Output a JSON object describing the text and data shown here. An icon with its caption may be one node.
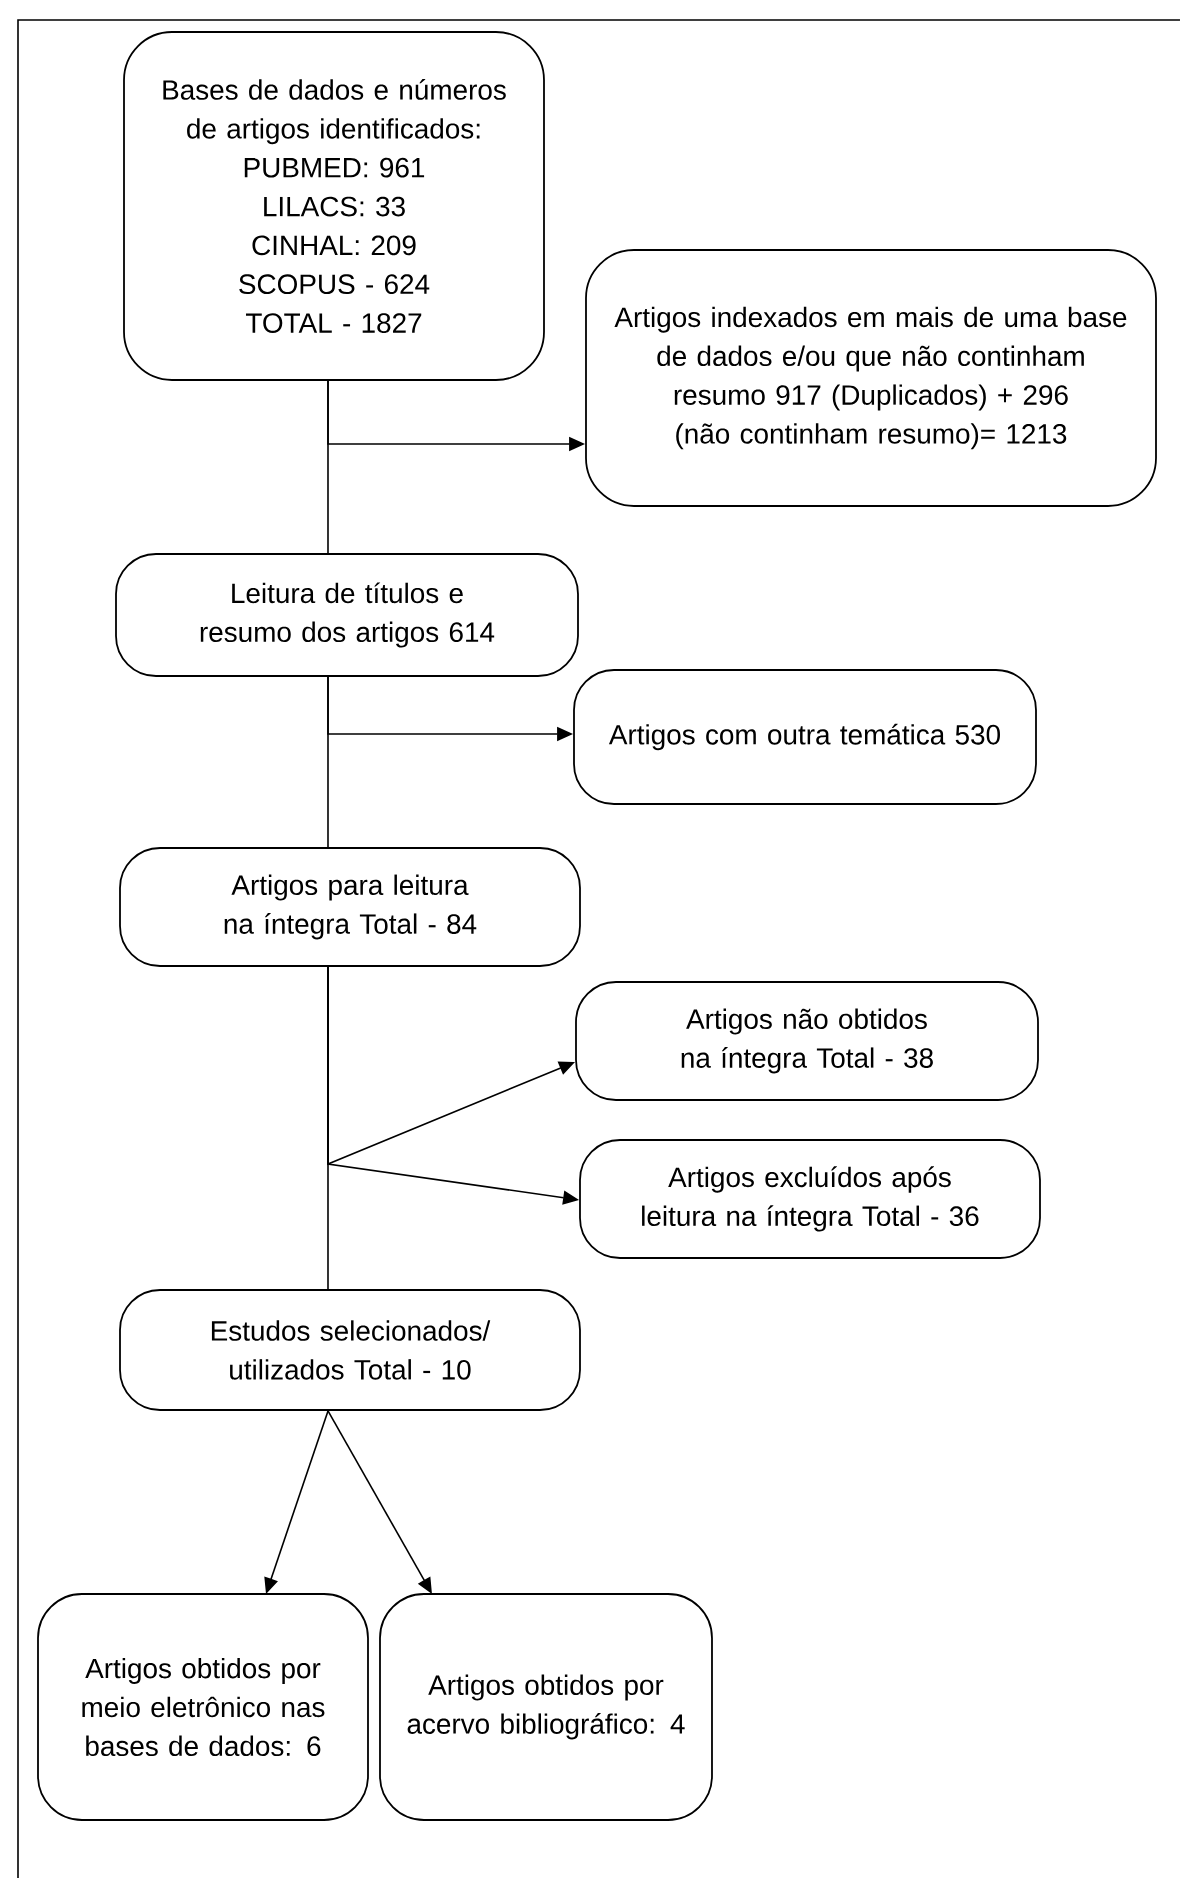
{
  "diagram": {
    "nodes": [
      {
        "text": [
          "Bases de dados e números de artigos identificados:",
          "PUBMED: 961",
          "LILACS: 33",
          "CINHAL: 209",
          "SCOPUS - 624",
          "TOTAL - 1827"
        ]
      },
      {
        "text": [
          "Artigos indexados em mais de uma base de dados e/ou que não continham resumo 917 (Duplicados) + 296 (não continham resumo)= 1213"
        ]
      },
      {
        "text": [
          "Leitura de títulos e resumo dos artigos 614"
        ]
      },
      {
        "text": [
          "Artigos com outra temática 530"
        ]
      },
      {
        "text": [
          "Artigos para leitura na íntegra Total - 84"
        ]
      },
      {
        "text": [
          "Artigos não obtidos na íntegra Total - 38"
        ]
      },
      {
        "text": [
          "Artigos excluídos após leitura na íntegra Total - 36"
        ]
      },
      {
        "text": [
          "Estudos selecionados/ utilizados Total - 10"
        ]
      },
      {
        "text": [
          "Artigos obtidos por meio eletrônico nas bases de dados: 6"
        ]
      },
      {
        "text": [
          "Artigos obtidos por acervo bibliográfico: 4"
        ]
      }
    ],
    "edges": [
      {
        "from": 0,
        "to": 2,
        "arrow": "none"
      },
      {
        "from": 0,
        "to": 1,
        "arrow": "to"
      },
      {
        "from": 2,
        "to": 4,
        "arrow": "none"
      },
      {
        "from": 2,
        "to": 3,
        "arrow": "to"
      },
      {
        "from": 4,
        "to": 7,
        "arrow": "none"
      },
      {
        "from": 4,
        "to": 5,
        "arrow": "to"
      },
      {
        "from": 4,
        "to": 6,
        "arrow": "to"
      },
      {
        "from": 7,
        "to": 8,
        "arrow": "to"
      },
      {
        "from": 7,
        "to": 9,
        "arrow": "to"
      }
    ]
  }
}
